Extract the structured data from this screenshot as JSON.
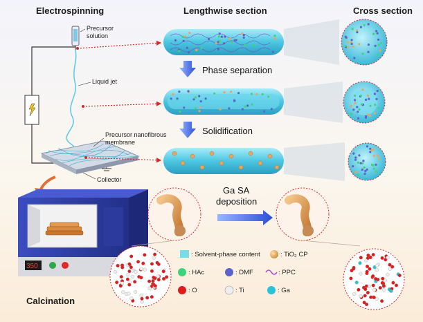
{
  "headers": {
    "electrospinning": "Electrospinning",
    "lengthwise": "Lengthwise section",
    "cross": "Cross section",
    "calcination": "Calcination"
  },
  "labels": {
    "precursor_line1": "Precursor",
    "precursor_line2": "solution",
    "liquid_jet": "Liquid jet",
    "membrane_line1": "Precursor nanofibrous",
    "membrane_line2": "membrane",
    "collector": "Collector"
  },
  "steps": {
    "phase_separation": "Phase separation",
    "solidification": "Solidification",
    "ga_line1": "Ga SA",
    "ga_line2": "deposition"
  },
  "furnace_display": "350",
  "legend": [
    {
      "text": ": Solvent-phase content",
      "icon": "solvent-square",
      "color": "#4fd3e8"
    },
    {
      "text": ": TiO₂ CP",
      "icon": "tio2-sphere",
      "color": "#e8a65a"
    },
    {
      "text": ": HAc",
      "icon": "hac-sphere",
      "color": "#3fd47a"
    },
    {
      "text": ": DMF",
      "icon": "dmf-sphere",
      "color": "#5b63c9"
    },
    {
      "text": ": PPC",
      "icon": "ppc-wave",
      "color": "#b04bd8"
    },
    {
      "text": ": O",
      "icon": "oxygen-sphere",
      "color": "#e01b1b"
    },
    {
      "text": ": Ti",
      "icon": "titanium-sphere",
      "color": "#e6e6e6"
    },
    {
      "text": ": Ga",
      "icon": "gallium-sphere",
      "color": "#29c2d6"
    }
  ],
  "colors": {
    "fiber": "#58d0e8",
    "arrow": "#3b6fd8",
    "dotted": "#d42a2a",
    "furnace": "#2f3fa8"
  }
}
